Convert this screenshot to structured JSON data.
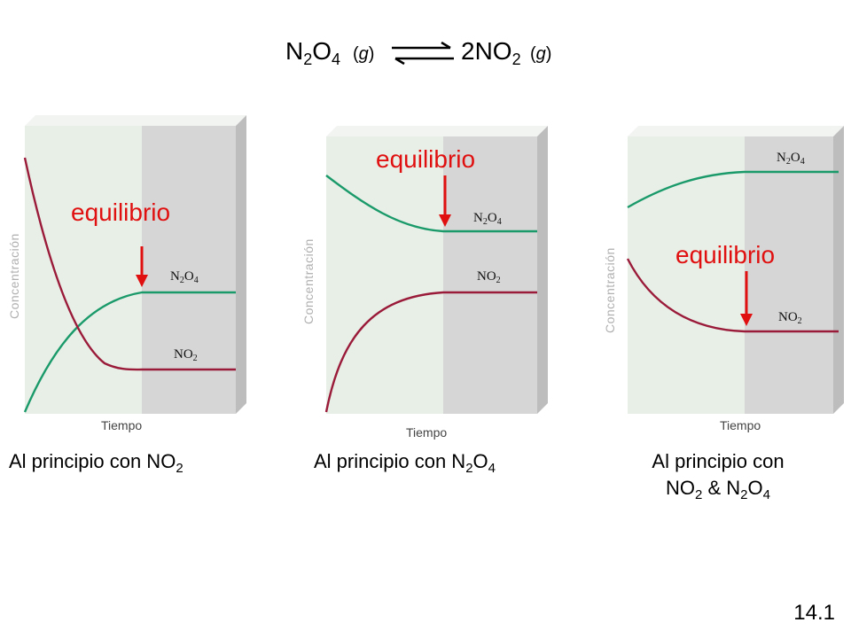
{
  "title": {
    "reactant_symbol": "N",
    "reactant_sub1": "2",
    "reactant_symbol2": "O",
    "reactant_sub2": "4",
    "phase": "g",
    "product_prefix": "2NO",
    "product_sub": "2"
  },
  "labels": {
    "equilibrium": "equilibrio",
    "y_axis": "Concentración",
    "x_axis": "Tiempo",
    "n2o4_base": "N",
    "n2o4_sub1": "2",
    "n2o4_mid": "O",
    "n2o4_sub2": "4",
    "no2_base": "NO",
    "no2_sub": "2"
  },
  "captions": {
    "panel1_text": "Al principio con NO",
    "panel1_sub": "2",
    "panel2_text": "Al principio con N",
    "panel2_sub1": "2",
    "panel2_mid": "O",
    "panel2_sub2": "4",
    "panel3_line1": "Al principio con",
    "panel3_part1": "NO",
    "panel3_sub1": "2",
    "panel3_part2": " & N",
    "panel3_sub2": "2",
    "panel3_part3": "O",
    "panel3_sub3": "4"
  },
  "colors": {
    "n2o4_curve": "#1a9a6a",
    "no2_curve": "#9a1a3a",
    "arrow": "#e01010",
    "bg_light": "#e8efe6",
    "bg_eq": "#d6d6d6"
  },
  "page_number": "14.1"
}
